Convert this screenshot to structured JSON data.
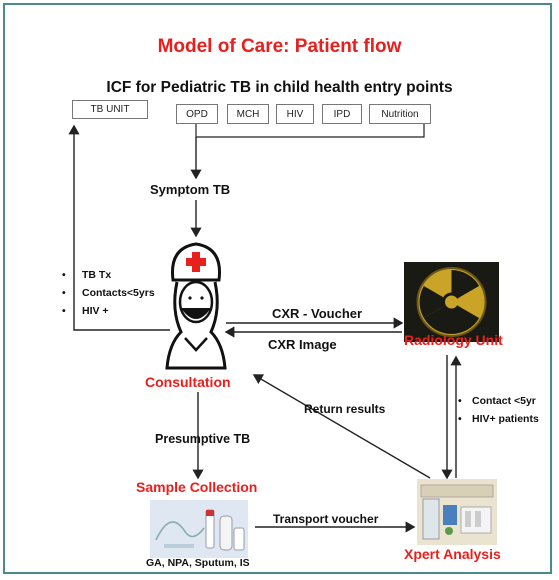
{
  "title": "Model of Care: Patient flow",
  "subtitle": "ICF for Pediatric TB in child health entry points",
  "entry_points": [
    "TB UNIT",
    "OPD",
    "MCH",
    "HIV",
    "IPD",
    "Nutrition"
  ],
  "steps": {
    "symptom": "Symptom TB",
    "consultation": "Consultation",
    "radiology": "Radiology Unit",
    "presumptive": "Presumptive TB",
    "sample_collection": "Sample Collection",
    "xpert": "Xpert Analysis",
    "samples": "GA, NPA, Sputum, IS"
  },
  "edges": {
    "cxr_voucher": "CXR - Voucher",
    "cxr_image": "CXR Image",
    "return_results": "Return results",
    "transport_voucher": "Transport voucher"
  },
  "tb_unit_criteria": [
    "TB Tx",
    "Contacts<5yrs",
    "HIV +"
  ],
  "radiology_criteria": [
    "Contact <5yr",
    "HIV+ patients"
  ]
}
